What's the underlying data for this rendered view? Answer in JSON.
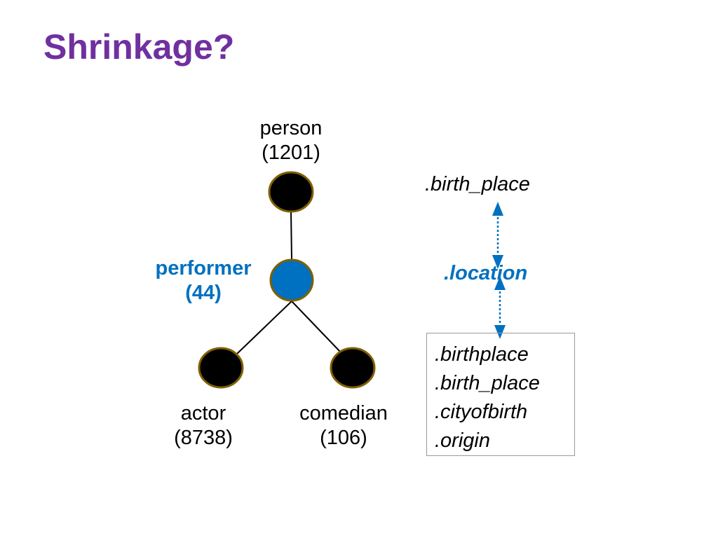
{
  "title": "Shrinkage?",
  "colors": {
    "title": "#7030A0",
    "node_fill": "#000000",
    "node_stroke": "#7F6000",
    "highlight_fill": "#0070C0",
    "highlight_text": "#0070C0",
    "edge": "#000000",
    "arrow": "#0070C0",
    "text": "#000000"
  },
  "nodes": [
    {
      "id": "person",
      "name": "person",
      "count": "(1201)",
      "highlight": false
    },
    {
      "id": "performer",
      "name": "performer",
      "count": "(44)",
      "highlight": true
    },
    {
      "id": "actor",
      "name": "actor",
      "count": "(8738)",
      "highlight": false
    },
    {
      "id": "comedian",
      "name": "comedian",
      "count": "(106)",
      "highlight": false
    }
  ],
  "edges": [
    {
      "from": "person",
      "to": "performer"
    },
    {
      "from": "performer",
      "to": "actor"
    },
    {
      "from": "performer",
      "to": "comedian"
    }
  ],
  "properties": {
    "top": ".birth_place",
    "middle": ".location",
    "box": [
      ".birthplace",
      ".birth_place",
      ".cityofbirth",
      ".origin"
    ]
  }
}
